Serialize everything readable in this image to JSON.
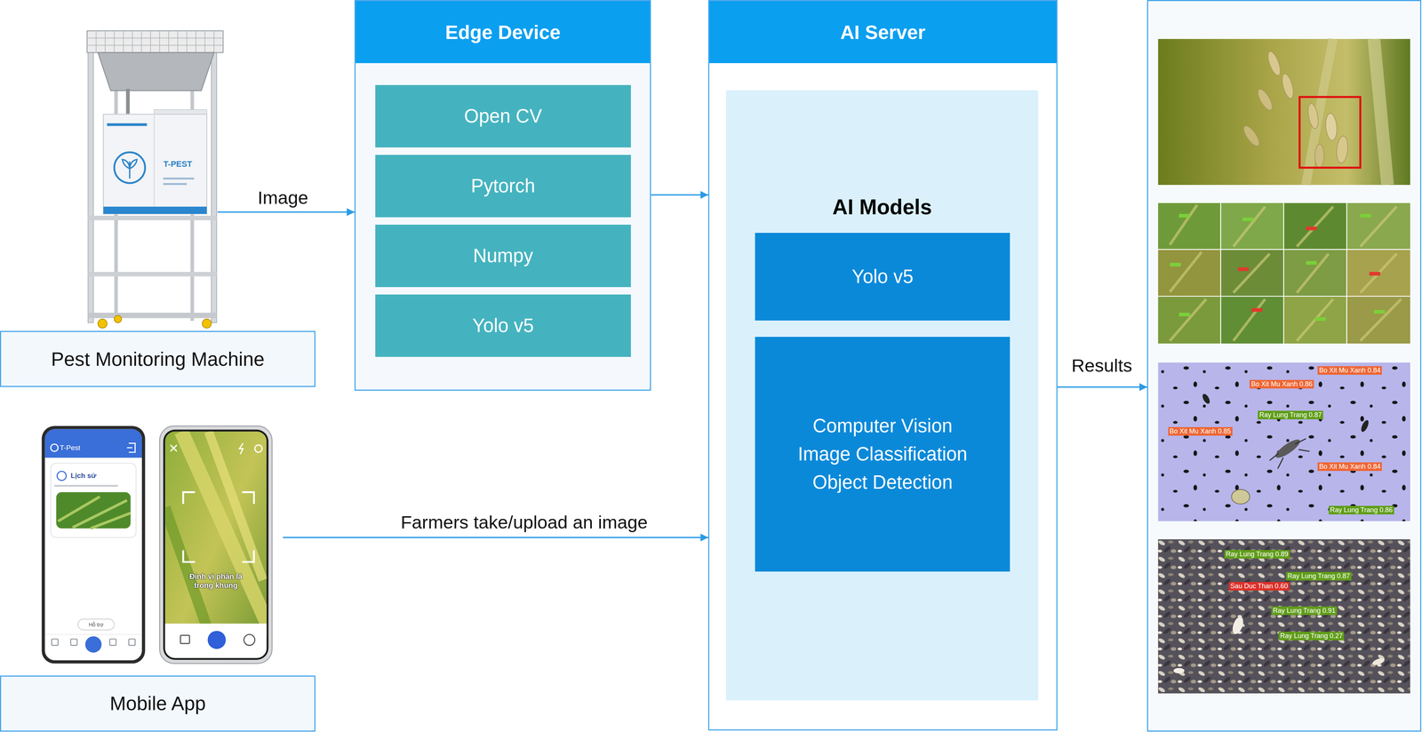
{
  "diagram": {
    "nodes": [
      {
        "text": [
          "Pest Monitoring Machine"
        ]
      },
      {
        "text": [
          "Edge Device"
        ]
      },
      {
        "text": [
          "Open CV"
        ],
        "in": 1
      },
      {
        "text": [
          "Pytorch"
        ],
        "in": 1
      },
      {
        "text": [
          "Numpy"
        ],
        "in": 1
      },
      {
        "text": [
          "Yolo v5"
        ],
        "in": 1
      },
      {
        "text": [
          "AI Server"
        ]
      },
      {
        "text": [
          "AI Models"
        ],
        "in": 6
      },
      {
        "text": [
          "Yolo v5"
        ],
        "in": 7
      },
      {
        "text": [
          "Computer Vision",
          "Image Classification",
          "Object Detection"
        ],
        "in": 7
      },
      {
        "text": []
      },
      {
        "text": [
          "Mobile App"
        ]
      }
    ],
    "edges": [
      {
        "from": 0,
        "to": 1,
        "arrow": "to",
        "label": "Image"
      },
      {
        "from": 1,
        "to": 6,
        "arrow": "to"
      },
      {
        "from": 11,
        "to": 6,
        "arrow": "to",
        "label": "Farmers take/upload an image"
      },
      {
        "from": 6,
        "to": 10,
        "arrow": "to",
        "label": "Results"
      }
    ],
    "labels": [
      "T-PEST",
      "T-Pest",
      "Lịch sử",
      "Hỗ trợ",
      "Định vị phần lá trong khung",
      "Bo Xit Mu Xanh 0.84",
      "Bo Xit Mu Xanh 0.86",
      "Ray Lung Trang 0.87",
      "Bo Xit Mu Xanh 0.85",
      "Bo Xit Mu Xanh 0.84",
      "Ray Lung Trang 0.86",
      "Ray Lung Trang 0.89",
      "Ray Lung Trang 0.87",
      "Sau Duc Than 0.60",
      "Ray Lung Trang 0.91",
      "Ray Lung Trang 0.27"
    ]
  }
}
